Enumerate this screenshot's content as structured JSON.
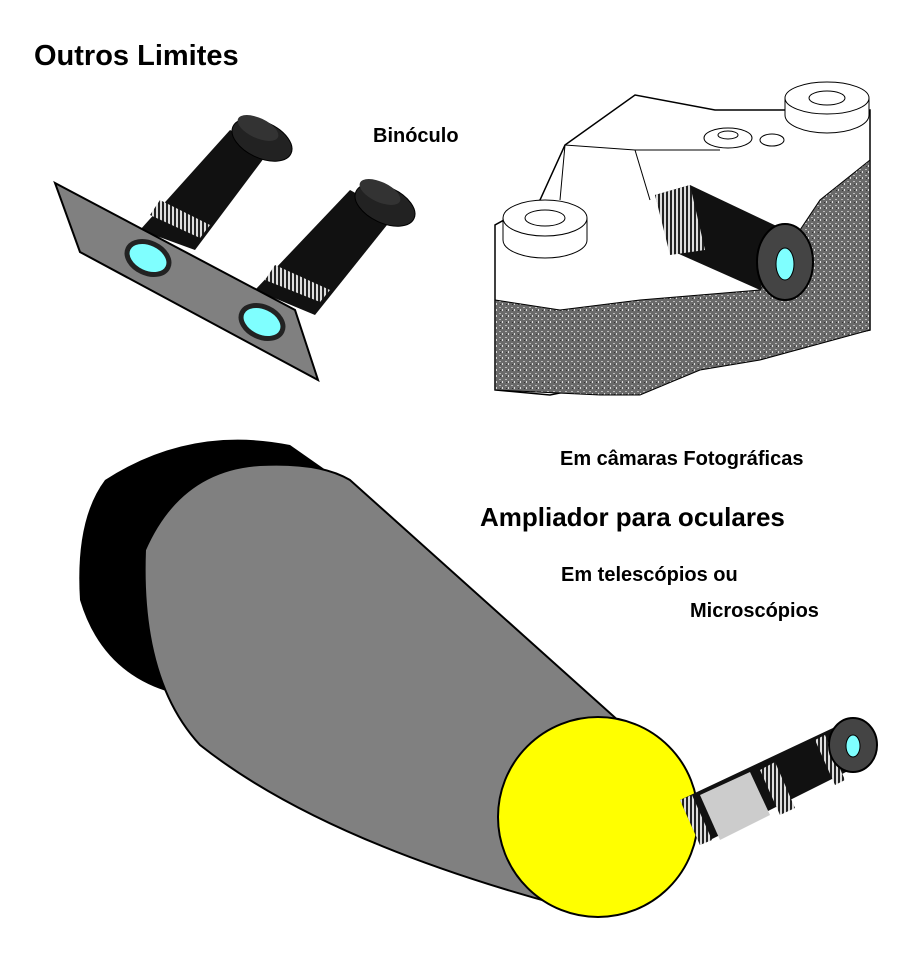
{
  "title": "Outros Limites",
  "labels": {
    "binoculars": "Binóculo",
    "cameras": "Em câmaras Fotográficas",
    "enlarger": "Ampliador para oculares",
    "telescopes": "Em telescópios ou",
    "microscopes": "Microscópios"
  },
  "colors": {
    "lens": "#7fffff",
    "body_gray": "#808080",
    "yellow": "#ffff00",
    "black": "#000000"
  }
}
